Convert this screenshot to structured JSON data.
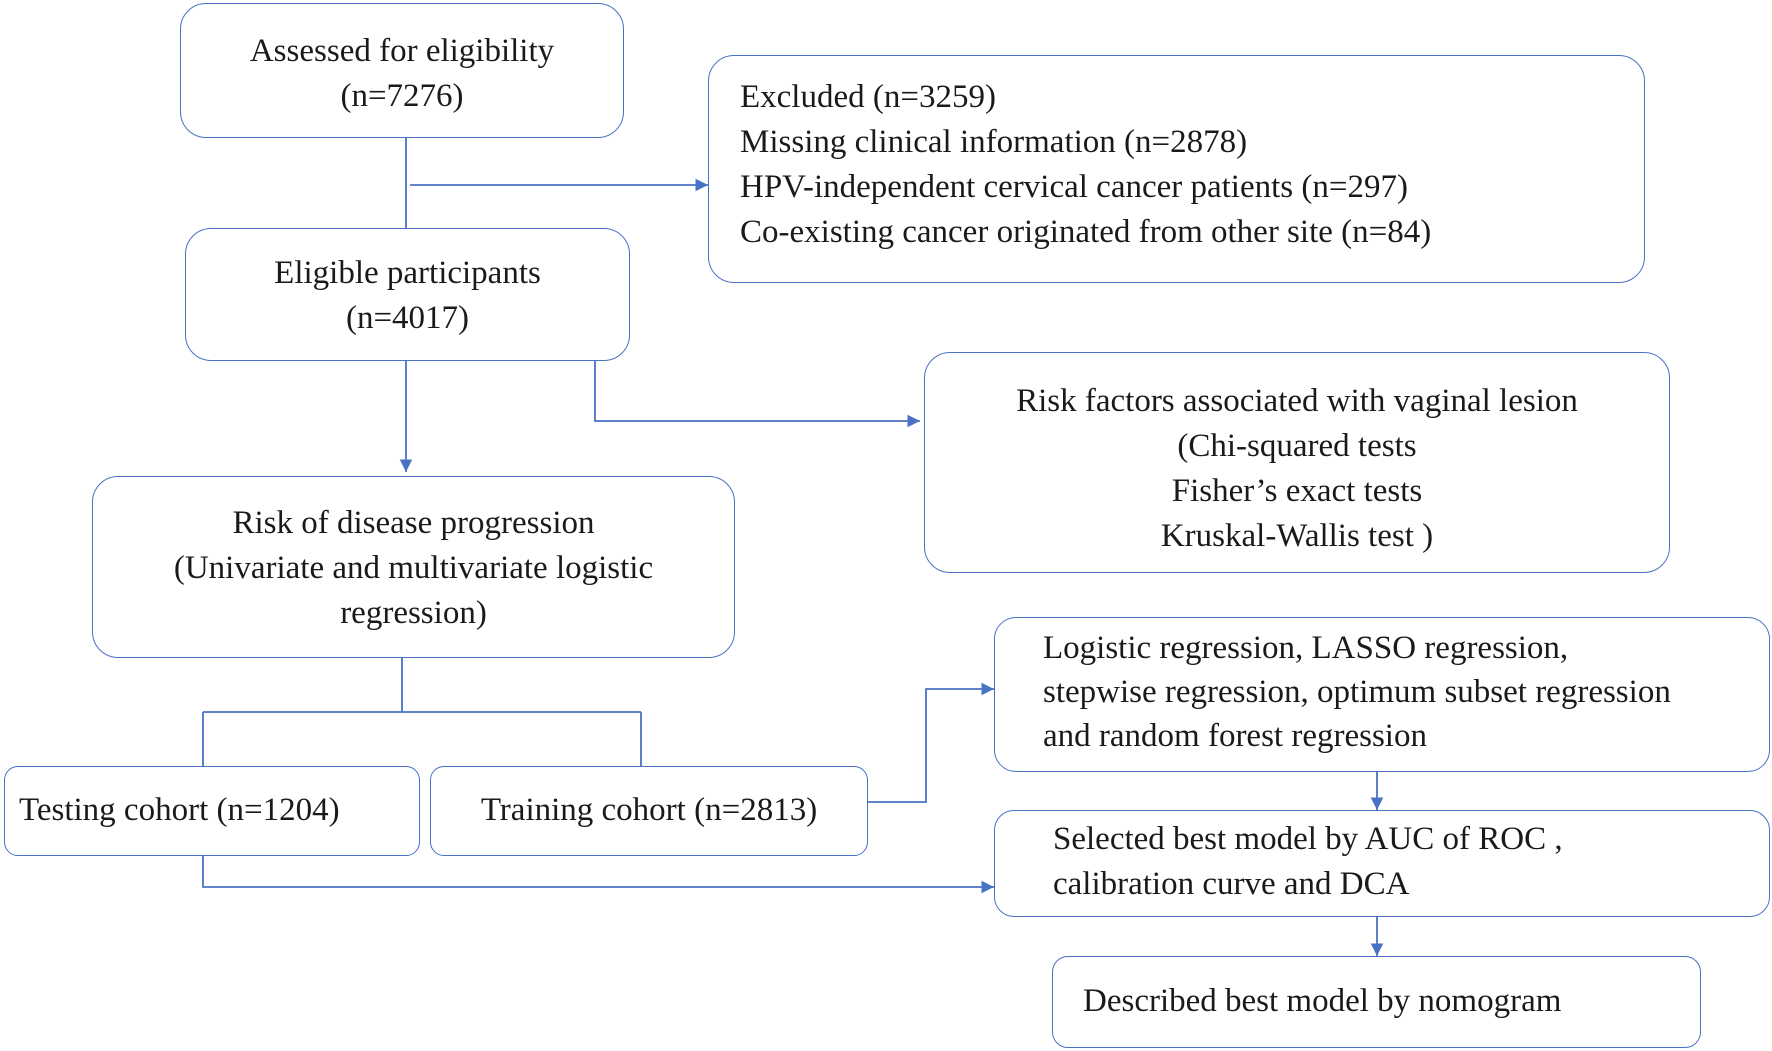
{
  "nodes": {
    "assessed": {
      "lines": [
        "Assessed for eligibility",
        "(n=7276)"
      ]
    },
    "excluded": {
      "lines": [
        "Excluded (n=3259)",
        "Missing clinical information (n=2878)",
        "HPV-independent cervical cancer patients (n=297)",
        "Co-existing cancer originated from other site (n=84)"
      ]
    },
    "eligible": {
      "lines": [
        "Eligible participants",
        "(n=4017)"
      ]
    },
    "risk_factors": {
      "lines": [
        "Risk factors associated with vaginal lesion",
        "(Chi-squared tests",
        "Fisher’s exact tests",
        "Kruskal-Wallis test )"
      ]
    },
    "progression": {
      "lines": [
        "Risk of disease progression",
        "(Univariate and multivariate logistic",
        "regression)"
      ]
    },
    "methods": {
      "lines": [
        "Logistic regression, LASSO regression,",
        "stepwise regression, optimum subset regression",
        "and random forest regression"
      ]
    },
    "testing": {
      "lines": [
        "Testing cohort (n=1204)"
      ]
    },
    "training": {
      "lines": [
        "Training cohort (n=2813)"
      ]
    },
    "selected": {
      "lines": [
        "Selected best model by AUC of ROC ,",
        "calibration curve and DCA"
      ]
    },
    "nomogram": {
      "lines": [
        "Described best model by nomogram"
      ]
    }
  },
  "colors": {
    "border": "#4a72c4",
    "arrow": "#4a72c4",
    "text": "#1a1a1a"
  }
}
